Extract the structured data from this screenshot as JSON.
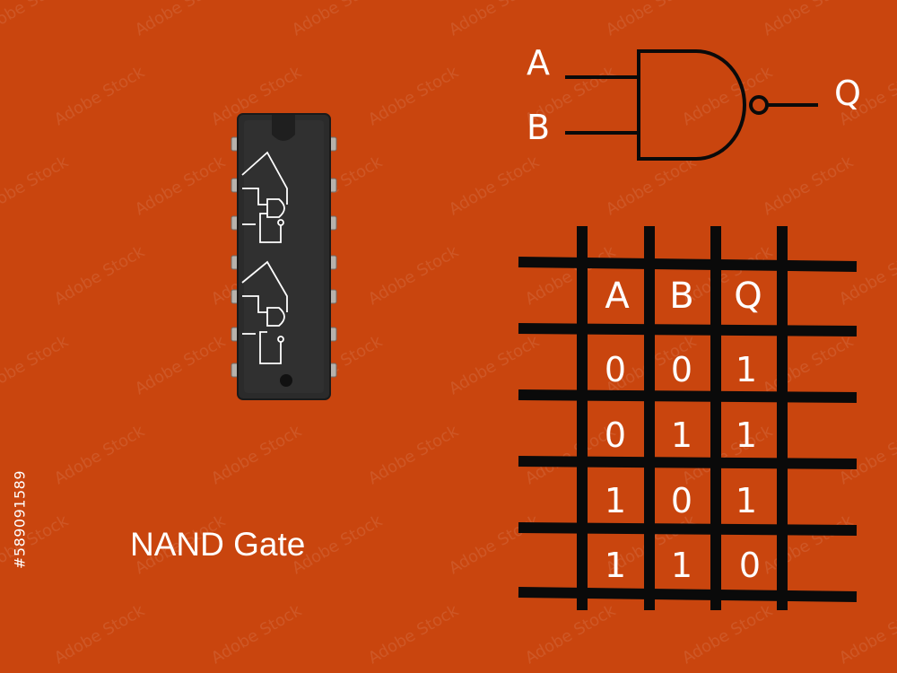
{
  "caption": "NAND Gate",
  "stock_id": "#589091589",
  "watermark": "Adobe Stock",
  "gate_symbol": {
    "input_a": "A",
    "input_b": "B",
    "output": "Q"
  },
  "truth_table": {
    "headers": [
      "A",
      "B",
      "Q"
    ],
    "rows": [
      [
        "0",
        "0",
        "1"
      ],
      [
        "0",
        "1",
        "1"
      ],
      [
        "1",
        "0",
        "1"
      ],
      [
        "1",
        "1",
        "0"
      ]
    ]
  },
  "colors": {
    "background": "#c9450e",
    "chip_body": "#2a2a2a",
    "pins": "#b7b2ac",
    "lines": "#0a0a0a",
    "text": "#ffffff"
  }
}
